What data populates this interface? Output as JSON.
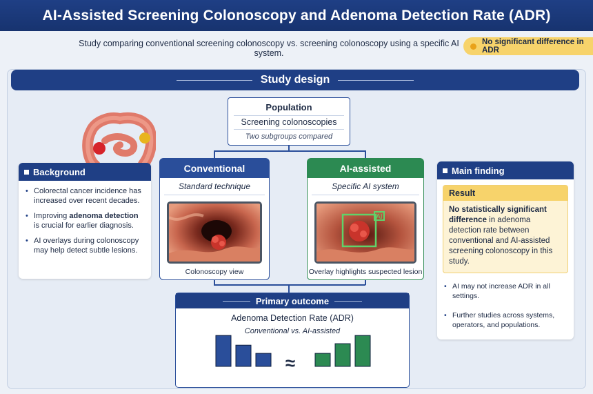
{
  "header": {
    "title": "AI-Assisted Screening Colonoscopy and Adenoma Detection Rate (ADR)"
  },
  "subtitle": "Study comparing conventional screening colonoscopy vs. screening colonoscopy using a specific AI system.",
  "badge": {
    "label": "No significant difference in ADR",
    "color": "#f7d36b"
  },
  "design": {
    "title": "Study design"
  },
  "population": {
    "title": "Population",
    "detail": "Screening colonoscopies",
    "note": "Two subgroups compared"
  },
  "background": {
    "title": "Background",
    "items": [
      {
        "text": "Colorectal cancer incidence has increased over recent decades."
      },
      {
        "pre": "Improving ",
        "bold": "adenoma detection",
        "post": " is crucial for earlier diagnosis."
      },
      {
        "text": "AI overlays during colonoscopy may help detect subtle lesions."
      }
    ]
  },
  "arms": {
    "conventional": {
      "title": "Conventional",
      "subtitle": "Standard technique",
      "caption": "Colonoscopy view",
      "color": "#2a4e9a"
    },
    "ai": {
      "title": "AI-assisted",
      "subtitle": "Specific AI system",
      "caption": "Overlay highlights suspected lesion",
      "overlay_label": "AI",
      "color": "#2c8a52"
    }
  },
  "outcome": {
    "title": "Primary outcome",
    "measure": "Adenoma Detection Rate (ADR)",
    "comparison": "Conventional vs. AI-assisted",
    "symbol": "≈"
  },
  "chart_data": {
    "type": "bar",
    "title": "",
    "xlabel": "",
    "ylabel": "",
    "ylim": [
      0,
      1
    ],
    "grid": false,
    "series": [
      {
        "values": [
          0.83,
          0.57,
          0.35
        ],
        "color": "#2a4e9a"
      },
      {
        "values": [
          0.35,
          0.61,
          0.83
        ],
        "color": "#2c8a52"
      }
    ]
  },
  "main_finding": {
    "title": "Main finding",
    "result_title": "Result",
    "result_bold": "No statistically significant difference",
    "result_rest": " in adenoma detection rate between conventional and AI-assisted screening colonoscopy in this study.",
    "items": [
      "AI may not increase ADR in all settings.",
      "Further studies across systems, operators, and populations."
    ]
  }
}
